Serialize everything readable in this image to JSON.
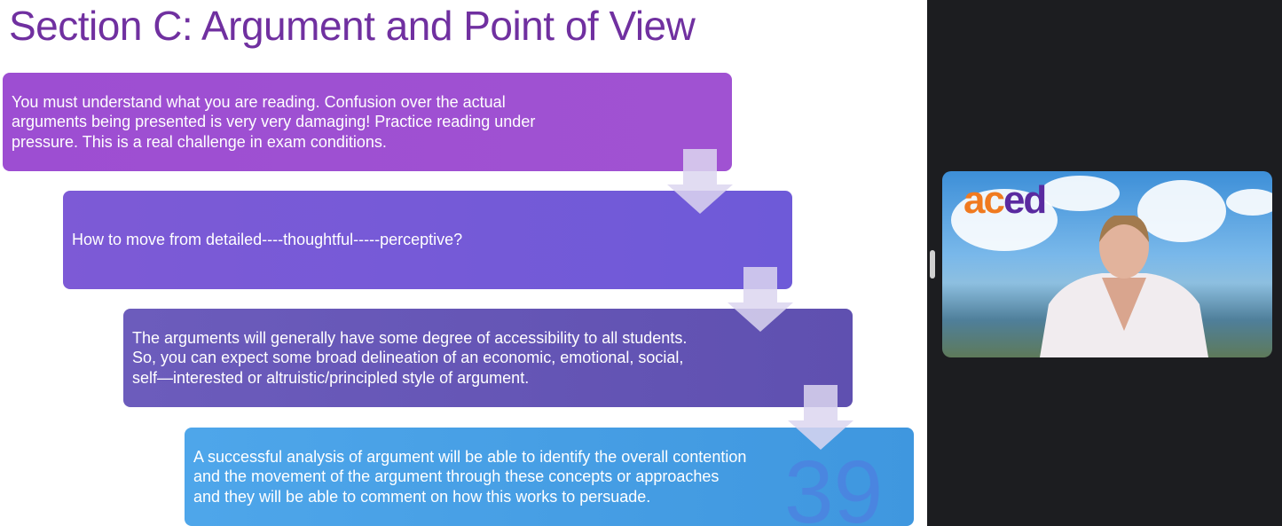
{
  "slide": {
    "title": "Section C: Argument and Point of View",
    "boxes": [
      {
        "text": "You must understand what you are reading. Confusion over the actual\narguments being presented is very very damaging! Practice reading under\npressure. This is a real challenge in exam conditions."
      },
      {
        "text": "How to move from detailed----thoughtful-----perceptive?"
      },
      {
        "text": "The arguments will generally have some degree of accessibility to all students.\nSo, you can expect some broad delineation of an economic, emotional, social,\nself—interested or altruistic/principled style of argument."
      },
      {
        "text": "A successful analysis of argument will be able to identify the overall contention\nand the movement of the argument through these concepts or approaches\nand they will be able to comment on how this works to persuade."
      }
    ],
    "page_number": "39"
  },
  "video": {
    "logo": {
      "part1": "ac",
      "part2": "ed"
    }
  },
  "colors": {
    "title": "#7030a0",
    "panel": "#1c1d20"
  }
}
